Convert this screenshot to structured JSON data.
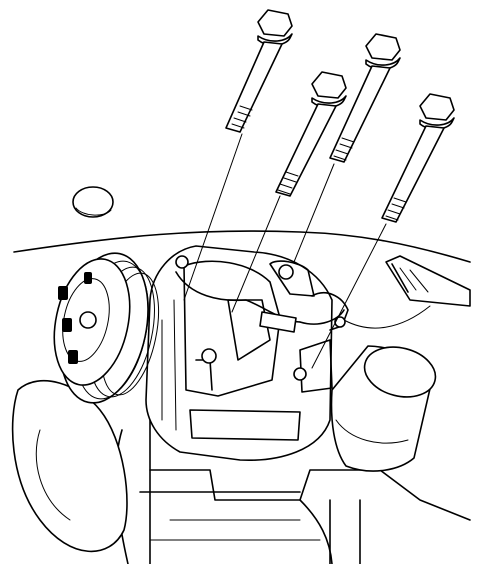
{
  "figure": {
    "kind": "line-art technical illustration",
    "subject": "ac-compressor-mounting-bolts",
    "line_color": "#000000",
    "background_color": "#ffffff",
    "bolt_count": 4,
    "labels": []
  }
}
